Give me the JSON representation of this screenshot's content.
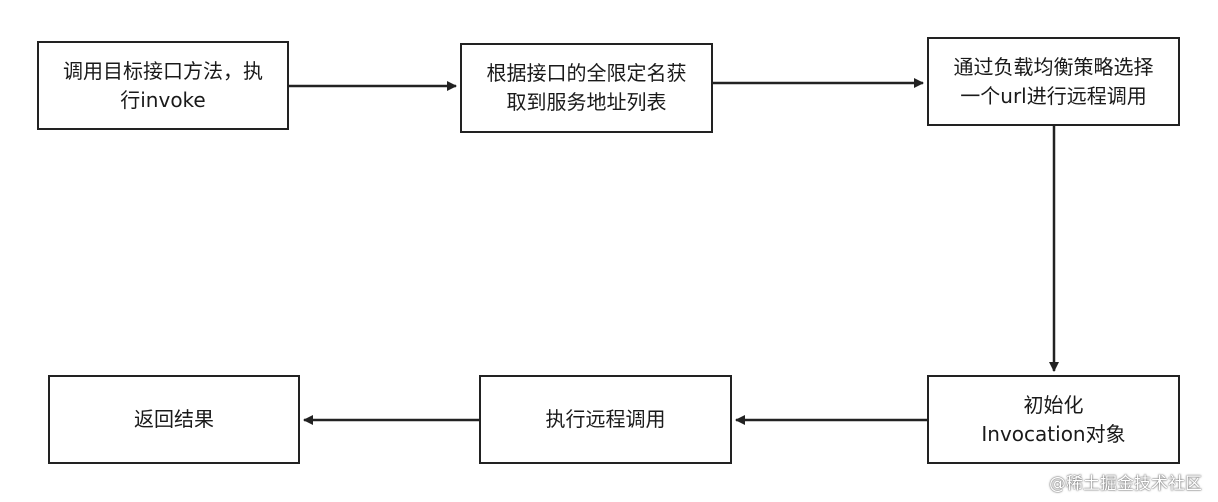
{
  "nodes": {
    "n1": "调用目标接口方法，执\n行invoke",
    "n2": "根据接口的全限定名获\n取到服务地址列表",
    "n3": "通过负载均衡策略选择\n一个url进行远程调用",
    "n4": "初始化\nInvocation对象",
    "n5": "执行远程调用",
    "n6": "返回结果"
  },
  "watermark": {
    "brand": "@稀土掘金技术社区"
  },
  "colors": {
    "stroke": "#222222",
    "text": "#1a1a1a",
    "background": "#ffffff"
  }
}
